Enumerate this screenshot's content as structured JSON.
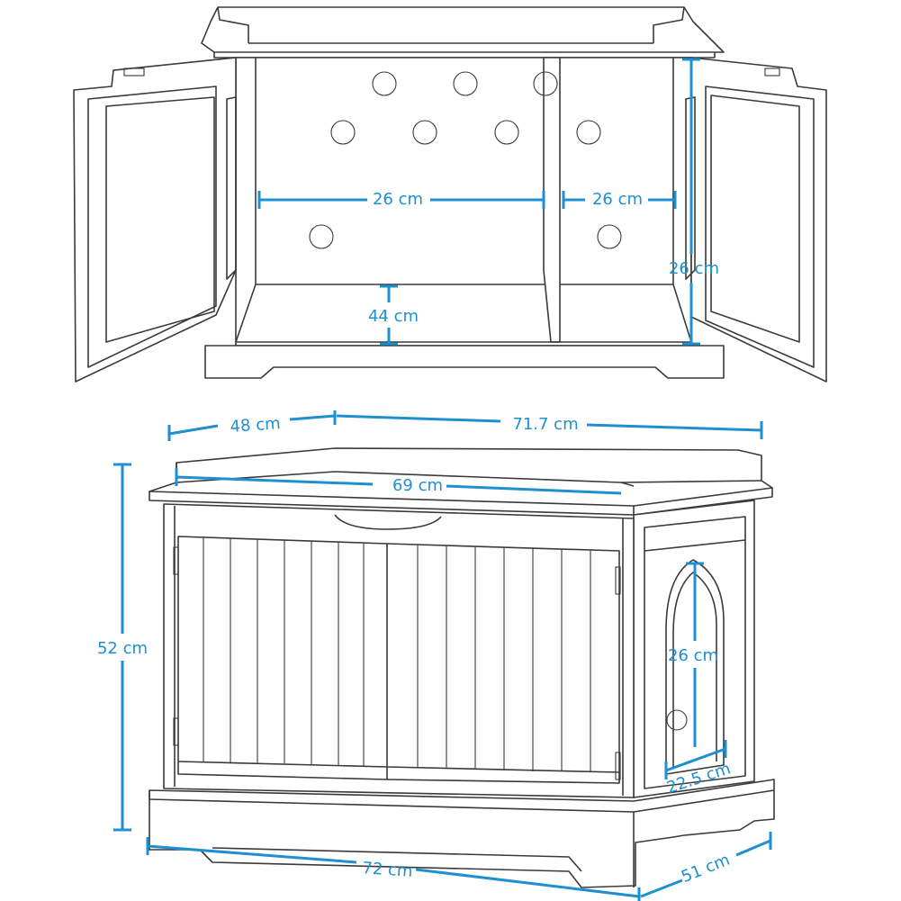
{
  "accent_color": "#1e8fd0",
  "top_view": {
    "inner_width_left": "26 cm",
    "inner_width_right": "26 cm",
    "inner_height_right": "26 cm",
    "inner_depth": "44 cm"
  },
  "front_view": {
    "depth": "48 cm",
    "width_back": "71.7 cm",
    "top_width": "69 cm",
    "height": "52 cm",
    "entrance_height": "26 cm",
    "entrance_width": "22.5 cm",
    "base_width": "72 cm",
    "base_depth": "51 cm"
  }
}
